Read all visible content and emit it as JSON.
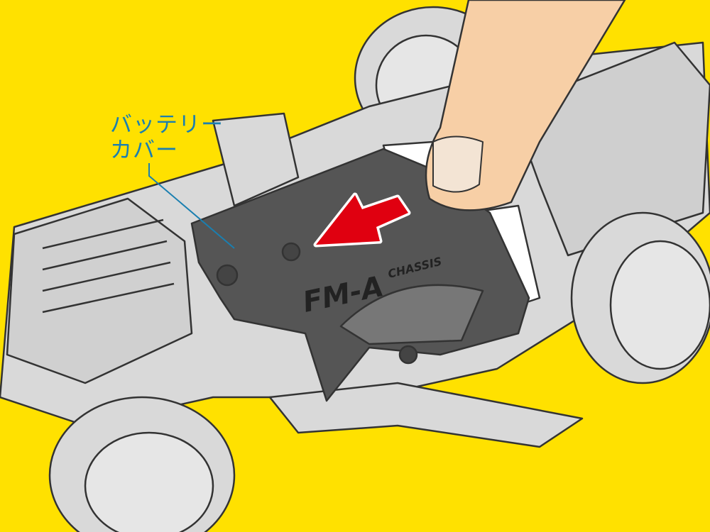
{
  "label": {
    "line1": "バッテリー",
    "line2": "カバー"
  },
  "chassis_marking": {
    "model": "FM-A",
    "word": "CHASSIS"
  },
  "colors": {
    "background": "#FFE100",
    "chassis": "#D9D9D9",
    "cover": "#555555",
    "arrow": "#E00010",
    "label": "#1A7FB0",
    "finger": "#F7CFA6"
  }
}
